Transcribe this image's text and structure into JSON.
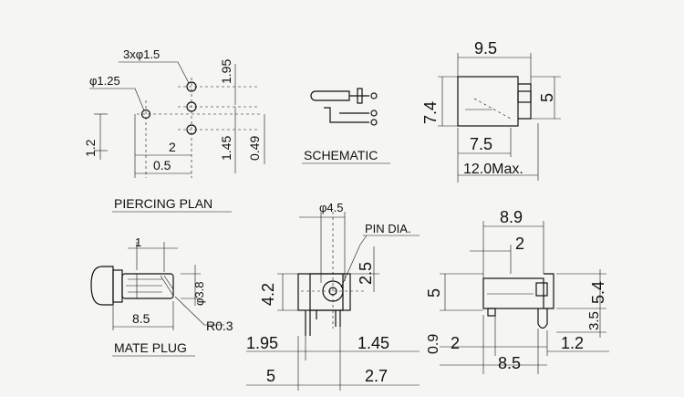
{
  "labels": {
    "piercing_plan": "PIERCING PLAN",
    "schematic": "SCHEMATIC",
    "mate_plug": "MATE PLUG",
    "pin_dia": "PIN DIA."
  },
  "dims": {
    "hole3": "3xφ1.5",
    "hole1": "φ1.25",
    "pp_1_95": "1.95",
    "pp_1_2": "1.2",
    "pp_2": "2",
    "pp_0_5": "0.5",
    "pp_1_45": "1.45",
    "pp_0_49": "0.49",
    "top_9_5": "9.5",
    "top_7_4": "7.4",
    "top_5": "5",
    "top_7_5": "7.5",
    "top_12": "12.0Max.",
    "mp_1": "1",
    "mp_d38": "φ3.8",
    "mp_8_5": "8.5",
    "mp_r03": "R0.3",
    "fv_d45": "φ4.5",
    "fv_2_5": "2.5",
    "fv_4_2": "4.2",
    "fv_1_95": "1.95",
    "fv_1_45": "1.45",
    "fv_5": "5",
    "fv_2_7": "2.7",
    "sv_8_9": "8.9",
    "sv_2": "2",
    "sv_5": "5",
    "sv_5_4": "5.4",
    "sv_3_5": "3.5",
    "sv_0_9": "0.9",
    "sv_2b": "2",
    "sv_8_5": "8.5",
    "sv_1_2": "1.2"
  }
}
